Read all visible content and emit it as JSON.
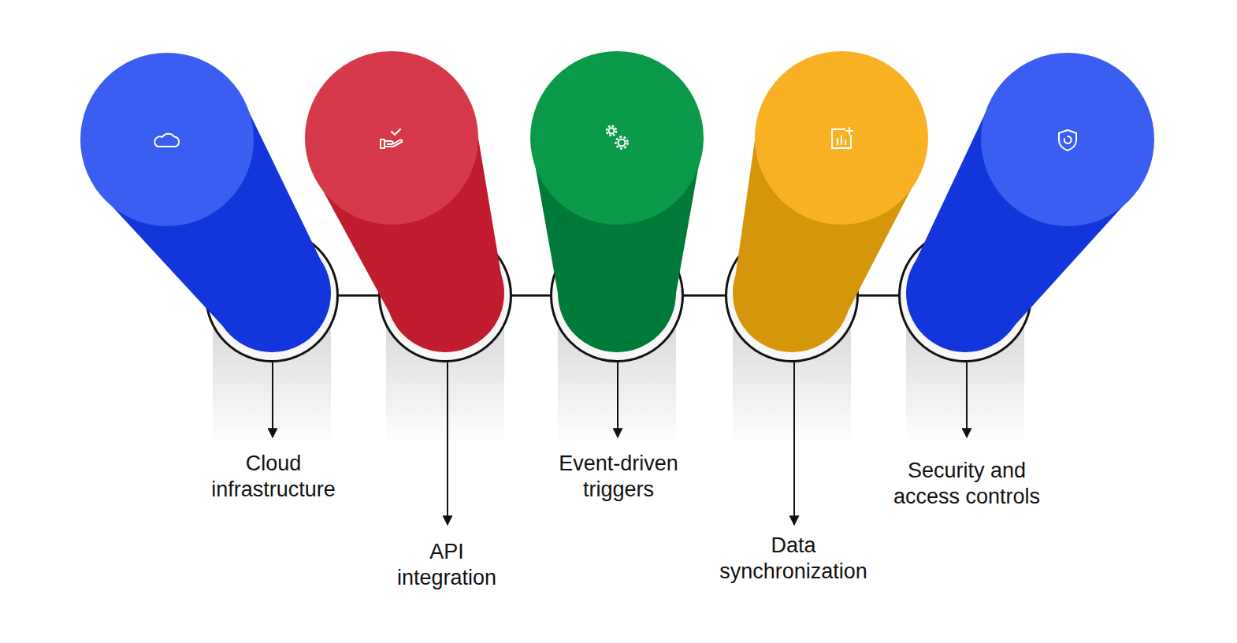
{
  "diagram": {
    "nodes": [
      {
        "text": [
          "Cloud infrastructure"
        ]
      },
      {
        "text": [
          "API integration"
        ]
      },
      {
        "text": [
          "Event-driven triggers"
        ]
      },
      {
        "text": [
          "Data synchronization"
        ]
      },
      {
        "text": [
          "Security and access controls"
        ]
      }
    ],
    "edges": [
      {
        "from": 0,
        "to": 1,
        "arrow": "none"
      },
      {
        "from": 1,
        "to": 2,
        "arrow": "none"
      },
      {
        "from": 2,
        "to": 3,
        "arrow": "none"
      },
      {
        "from": 3,
        "to": 4,
        "arrow": "none"
      }
    ]
  }
}
